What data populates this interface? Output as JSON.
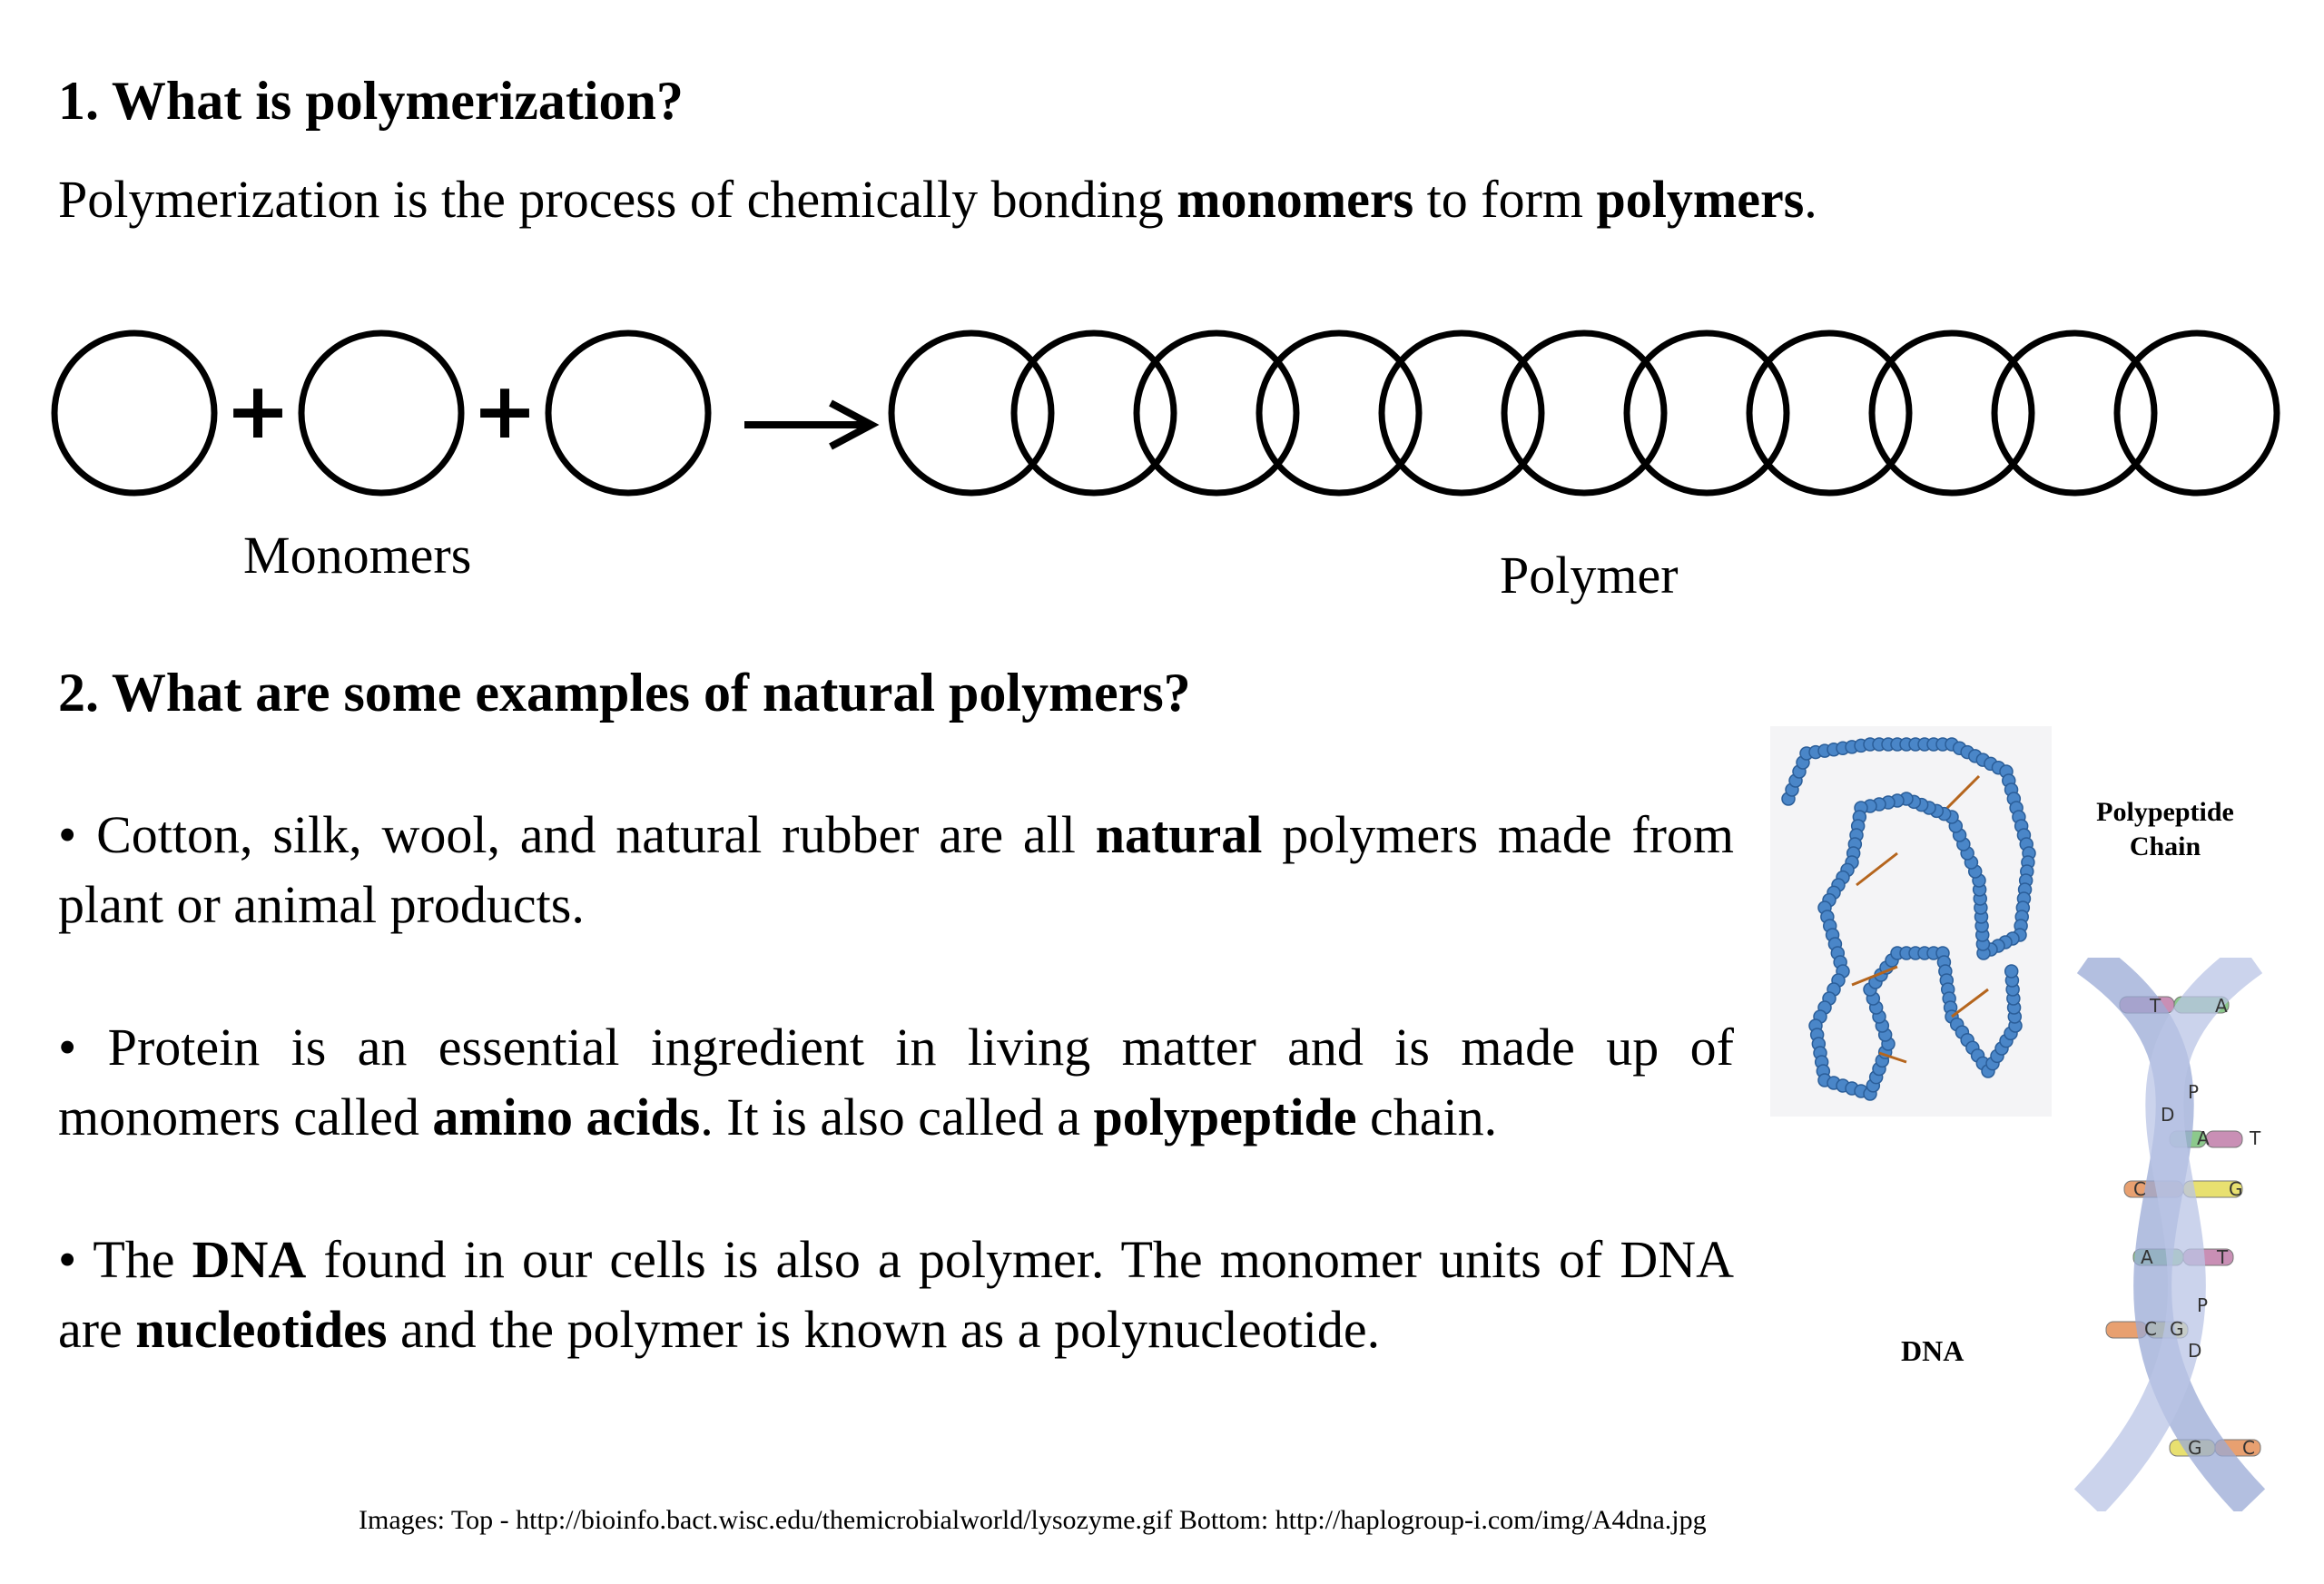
{
  "section1": {
    "heading": "1. What is polymerization?",
    "definition": {
      "part1": "Polymerization is the process of chemically bonding ",
      "bold1": "monomers",
      "part2": " to form ",
      "bold2": "polymers",
      "part3": "."
    }
  },
  "diagram": {
    "monomer_count": 3,
    "polymer_ring_count": 11,
    "plus_sign": "+",
    "monomers_label": "Monomers",
    "polymer_label": "Polymer"
  },
  "section2": {
    "heading": "2. What are some examples of natural polymers?",
    "bullet1": {
      "pre": "• Cotton, silk, wool, and natural rubber are all ",
      "bold": "natural",
      "post": " polymers made from plant or animal products."
    },
    "bullet2": {
      "pre": "• Protein is an essential ingredient in living matter and is made up of monomers called ",
      "bold1": "amino acids",
      "mid": ".  It is also called a ",
      "bold2": "polypeptide",
      "post": " chain."
    },
    "bullet3": {
      "pre": "• The ",
      "bold1": "DNA",
      "mid": " found in our cells is also a polymer. The monomer units of DNA are ",
      "bold2": "nucleotides",
      "post": " and the polymer is known as a polynucleotide."
    }
  },
  "figures": {
    "polypeptide_label_line1": "Polypeptide",
    "polypeptide_label_line2": "Chain",
    "dna_label": "DNA",
    "dna_bases": [
      "T",
      "A",
      "P",
      "D",
      "A",
      "T",
      "C",
      "G",
      "A",
      "T",
      "C",
      "G",
      "P",
      "D",
      "G",
      "C"
    ]
  },
  "credit": "Images: Top - http://bioinfo.bact.wisc.edu/themicrobialworld/lysozyme.gif Bottom: http://haplogroup-i.com/img/A4dna.jpg"
}
